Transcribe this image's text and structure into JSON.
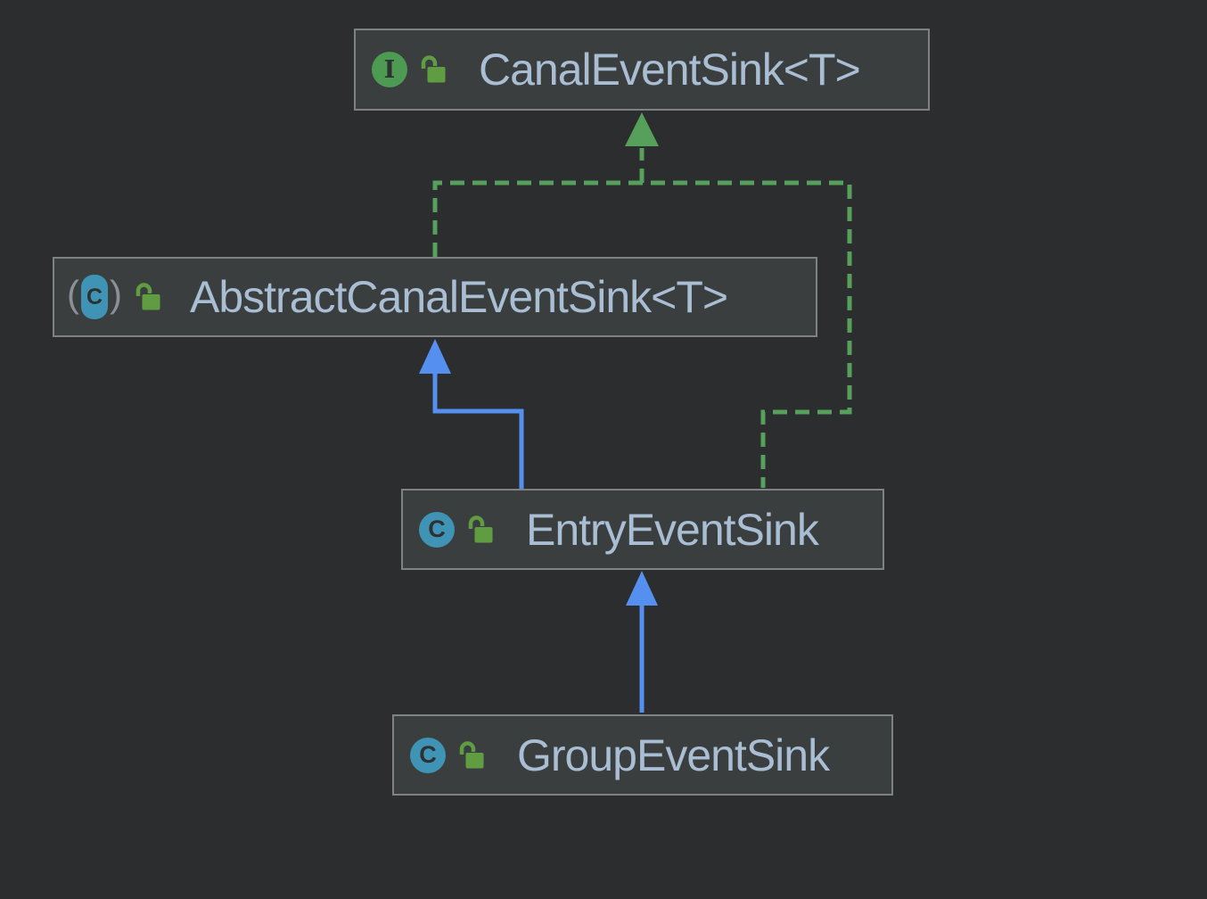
{
  "diagram": {
    "kind": "uml-class-diagram",
    "background_color": "#2b2d2e",
    "node_fill_color": "#3b3e3f",
    "node_border_color": "#7e8284",
    "label_color": "#a9bdd3",
    "realization_color": "#57a05c",
    "inheritance_color": "#5590f0",
    "interface_icon_color": "#4d9b52",
    "class_icon_color": "#3f93b5",
    "lock_icon_color": "#609c41"
  },
  "icons": {
    "interface_letter": "I",
    "class_letter": "C",
    "paren_open": "(",
    "paren_close": ")"
  },
  "nodes": [
    {
      "id": "canal-event-sink",
      "label": "CanalEventSink<T>",
      "kind": "interface",
      "visibility": "public"
    },
    {
      "id": "abstract-canal-event-sink",
      "label": "AbstractCanalEventSink<T>",
      "kind": "abstract-class",
      "visibility": "public"
    },
    {
      "id": "entry-event-sink",
      "label": "EntryEventSink",
      "kind": "class",
      "visibility": "public"
    },
    {
      "id": "group-event-sink",
      "label": "GroupEventSink",
      "kind": "class",
      "visibility": "public"
    }
  ],
  "edges": [
    {
      "from": "AbstractCanalEventSink<T>",
      "to": "CanalEventSink<T>",
      "type": "realization",
      "style": "dashed",
      "color": "#57a05c"
    },
    {
      "from": "EntryEventSink",
      "to": "CanalEventSink<T>",
      "type": "realization",
      "style": "dashed",
      "color": "#57a05c"
    },
    {
      "from": "EntryEventSink",
      "to": "AbstractCanalEventSink<T>",
      "type": "inheritance",
      "style": "solid",
      "color": "#5590f0"
    },
    {
      "from": "GroupEventSink",
      "to": "EntryEventSink",
      "type": "inheritance",
      "style": "solid",
      "color": "#5590f0"
    }
  ]
}
